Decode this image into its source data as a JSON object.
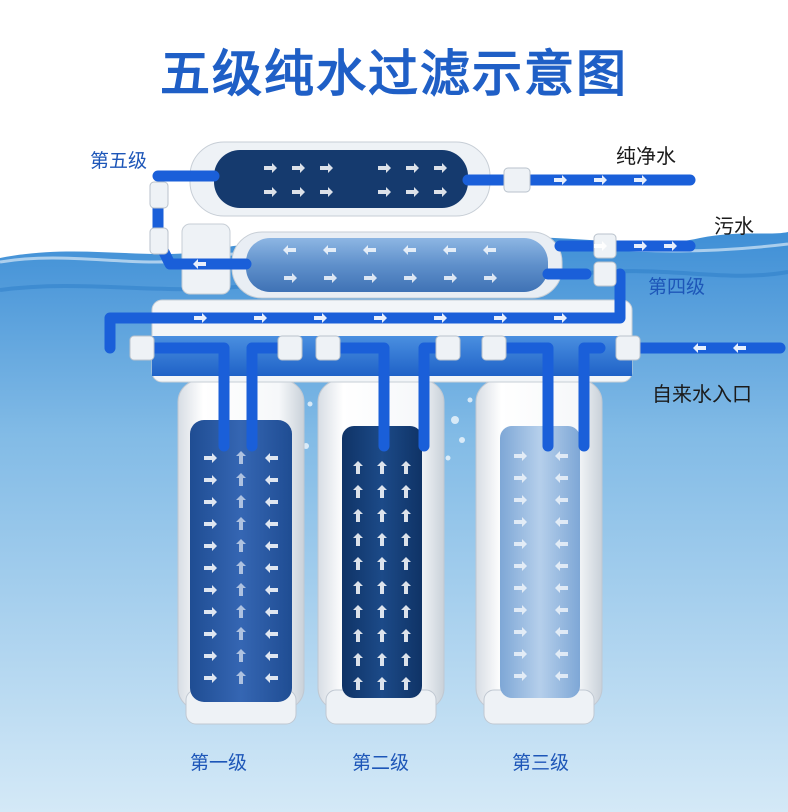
{
  "title": "五级纯水过滤示意图",
  "labels": {
    "stage5": "第五级",
    "pure_water": "纯净水",
    "waste_water": "污水",
    "stage4": "第四级",
    "tap_inlet": "自来水入口",
    "stage1": "第一级",
    "stage2": "第二级",
    "stage3": "第三级"
  },
  "colors": {
    "title": "#1f5fc6",
    "pipe": "#1a5fd9",
    "stage1_filter": "#2b5aa6",
    "stage2_filter": "#163f7a",
    "stage3_filter": "#8fb4de",
    "membrane": "#6f9fd6",
    "post_carbon": "#153a6e",
    "water_top": "#3d8fd8",
    "water_bottom": "#c4e0f5"
  },
  "icons": [
    "right-arrow-icon",
    "left-arrow-icon",
    "up-arrow-icon"
  ]
}
